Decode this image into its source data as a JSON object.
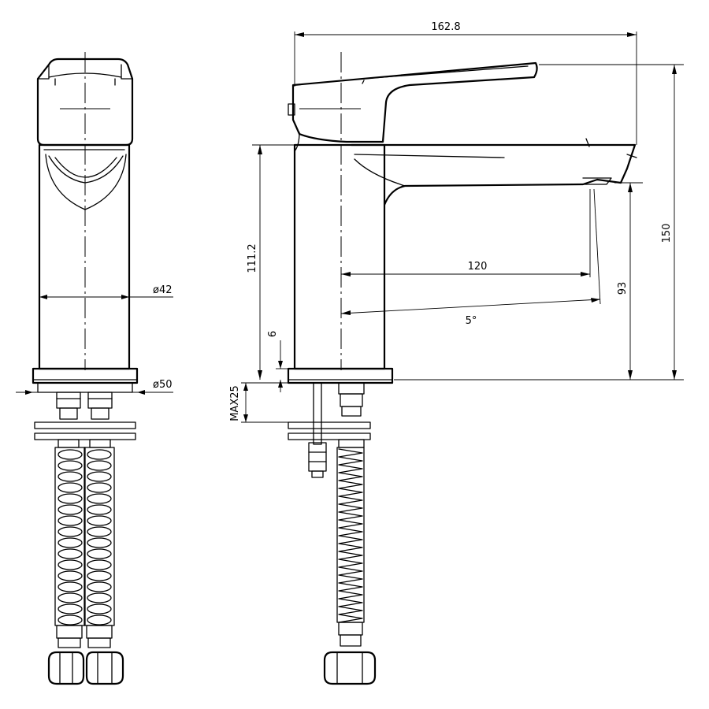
{
  "dimensions": {
    "overall_length": "162.8",
    "overall_height": "150",
    "body_height": "111.2",
    "spout_reach": "120",
    "spout_height": "93",
    "spout_angle": "5°",
    "base_gap": "6",
    "max_deck_thickness": "MAX25",
    "body_diameter": "ø42",
    "base_diameter": "ø50"
  }
}
